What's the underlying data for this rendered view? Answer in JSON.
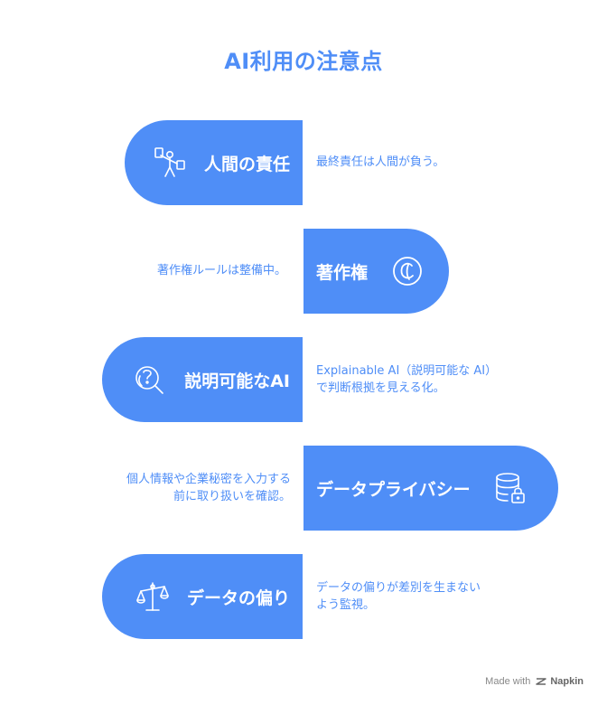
{
  "title": "AI利用の注意点",
  "items": [
    {
      "label": "人間の責任",
      "icon": "person-holding-paper-icon",
      "description": [
        "最終責任は人間が負う。"
      ]
    },
    {
      "label": "著作権",
      "icon": "copyright-icon",
      "description": [
        "著作権ルールは整備中。"
      ]
    },
    {
      "label": "説明可能なAI",
      "icon": "head-magnifier-icon",
      "description": [
        "Explainable AI（説明可能な AI）",
        "で判断根拠を見える化。"
      ]
    },
    {
      "label": "データプライバシー",
      "icon": "database-lock-icon",
      "description": [
        "個人情報や企業秘密を入力する",
        "前に取り扱いを確認。"
      ]
    },
    {
      "label": "データの偏り",
      "icon": "balance-scale-icon",
      "description": [
        "データの偏りが差別を生まない",
        "よう監視。"
      ]
    }
  ],
  "footer": {
    "made_with": "Made with",
    "brand": "Napkin"
  },
  "colors": {
    "accent": "#4f8ef7",
    "text_on_accent": "#ffffff",
    "footer": "#888888"
  }
}
